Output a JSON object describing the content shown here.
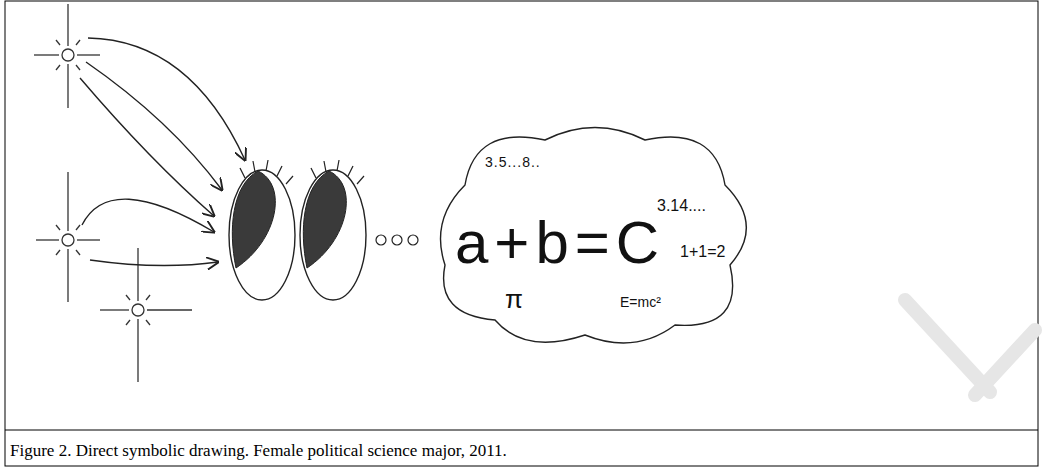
{
  "diagram": {
    "caption": "Figure 2. Direct symbolic drawing. Female political science major, 2011.",
    "nodes": [
      {
        "text": [
          "3.5...8..",
          "a+b=C",
          "3.14....",
          "1+1=2",
          "π",
          "E=mc²"
        ]
      }
    ]
  }
}
